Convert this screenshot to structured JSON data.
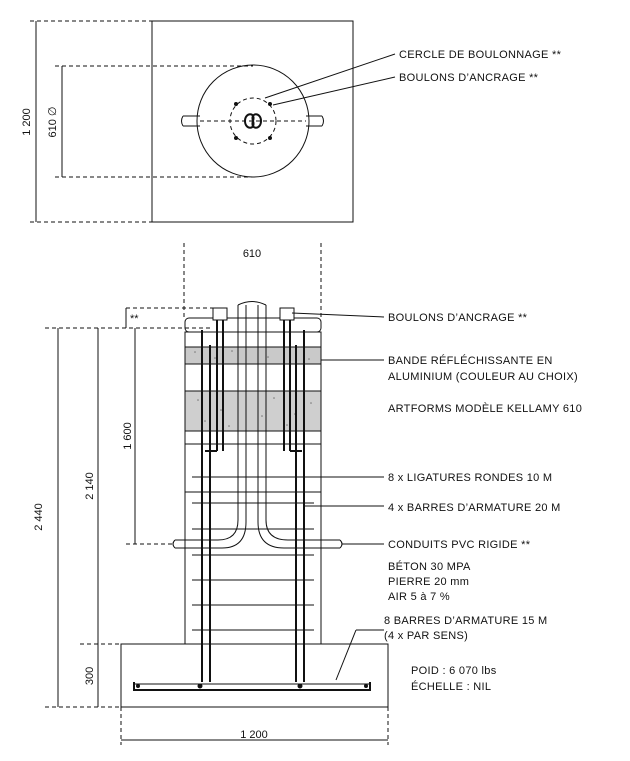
{
  "plan": {
    "dim_width": "1 200",
    "dim_circle": "610 ∅"
  },
  "elevation": {
    "dim_top": "610",
    "dim_bolt_proj": "**",
    "dim_overall": "2 440",
    "dim_above_footing": "2 140",
    "dim_bollard": "1 600",
    "dim_footing": "300",
    "dim_footing_width": "1 200"
  },
  "labels": {
    "bolt_circle": "CERCLE DE BOULONNAGE **",
    "anchor_bolts_plan": "BOULONS D’ANCRAGE **",
    "anchor_bolts_elev": "BOULONS D’ANCRAGE **",
    "reflective_band_1": "BANDE RÉFLÉCHISSANTE EN",
    "reflective_band_2": "ALUMINIUM (COULEUR AU CHOIX)",
    "model": "ARTFORMS MODÈLE KELLAMY 610",
    "ties": "8 x LIGATURES RONDES 10 M",
    "rebar_20": "4 x BARRES D’ARMATURE 20 M",
    "conduits": "CONDUITS PVC RIGIDE **",
    "concrete_1": "BÉTON 30 MPA",
    "concrete_2": "PIERRE 20 mm",
    "concrete_3": "AIR 5 à 7 %",
    "rebar_15_1": "8 BARRES D’ARMATURE 15 M",
    "rebar_15_2": "(4 x PAR SENS)",
    "weight": "POID : 6 070 lbs",
    "scale": "ÉCHELLE : NIL"
  }
}
